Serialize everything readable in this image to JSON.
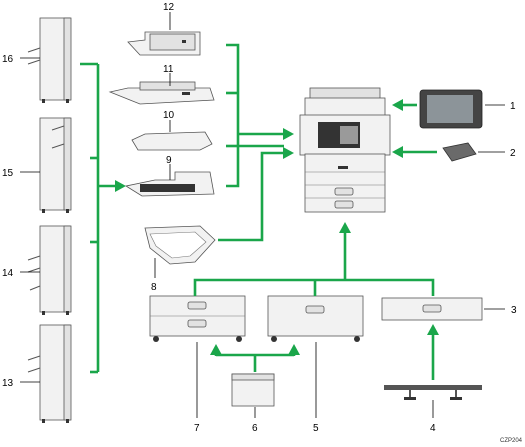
{
  "callouts": {
    "n1": "1",
    "n2": "2",
    "n3": "3",
    "n4": "4",
    "n5": "5",
    "n6": "6",
    "n7": "7",
    "n8": "8",
    "n9": "9",
    "n10": "10",
    "n11": "11",
    "n12": "12",
    "n13": "13",
    "n14": "14",
    "n15": "15",
    "n16": "16"
  },
  "image_code": "CZP204",
  "colors": {
    "connector": "#1aa64a",
    "outline": "#555555"
  }
}
